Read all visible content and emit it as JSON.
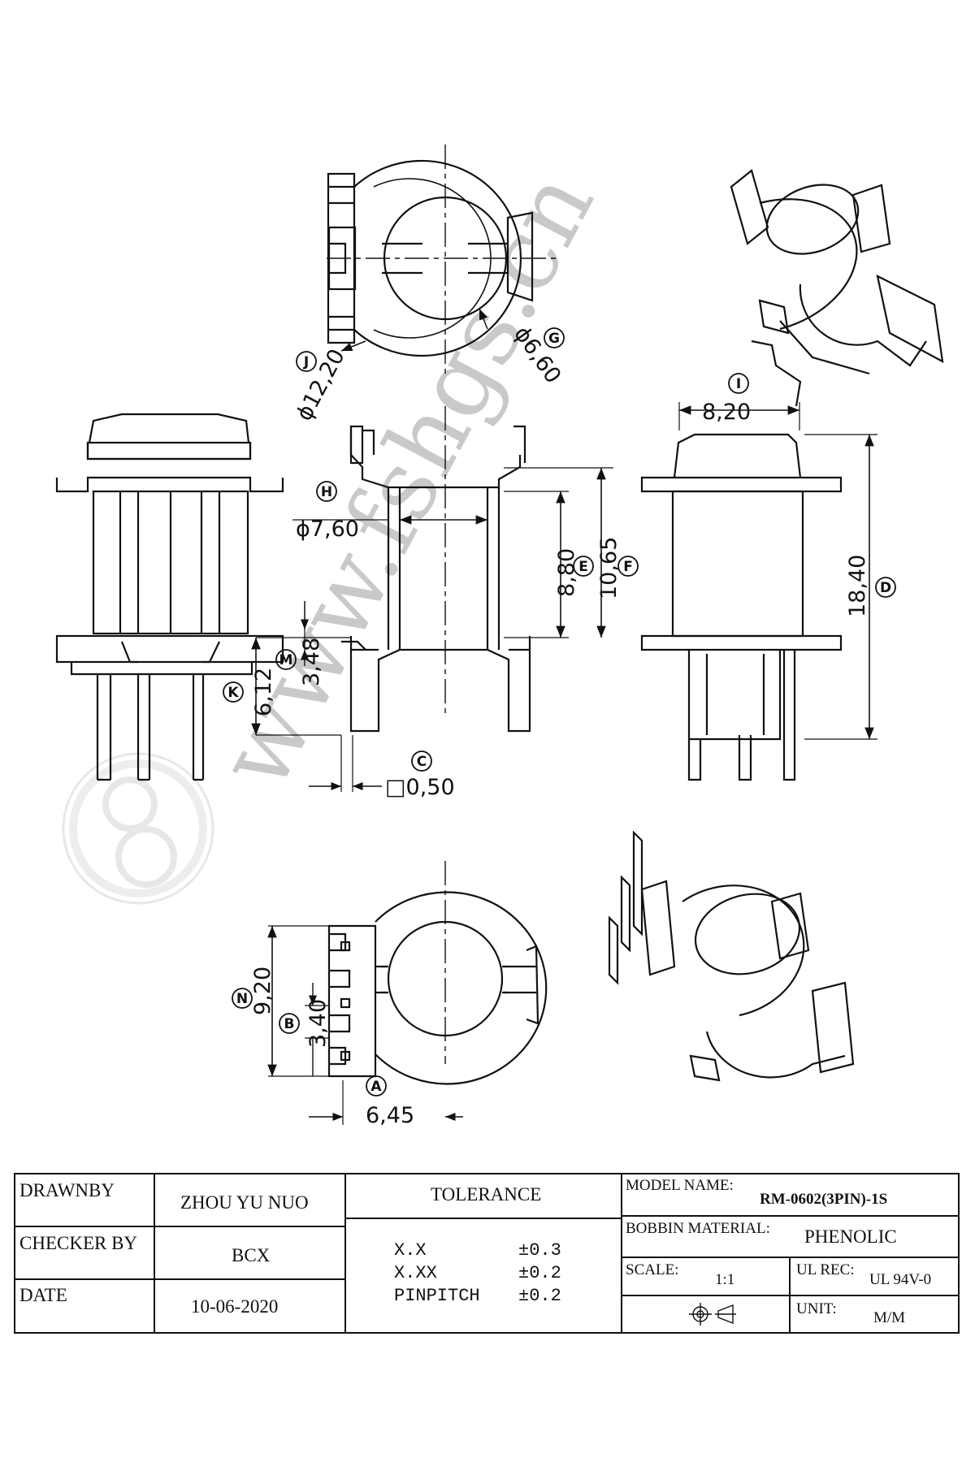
{
  "dimensions": {
    "J": "ϕ12,20",
    "G": "ϕ6,60",
    "I": "8,20",
    "H": "ϕ7,60",
    "E": "8,80",
    "F": "10,65",
    "D": "18,40",
    "M": "3,48",
    "K": "6,12",
    "C": "□0,50",
    "N": "9,20",
    "B": "3,40",
    "A": "6,45"
  },
  "callouts": [
    "A",
    "B",
    "C",
    "D",
    "E",
    "F",
    "G",
    "H",
    "I",
    "J",
    "K",
    "M",
    "N"
  ],
  "watermark": "www.fshgs.cn",
  "title_block": {
    "drawn_by_label": "DRAWNBY",
    "drawn_by_value": "ZHOU YU NUO",
    "checker_label": "CHECKER BY",
    "checker_value": "BCX",
    "date_label": "DATE",
    "date_value": "10-06-2020",
    "tolerance_title": "TOLERANCE",
    "tolerances": [
      {
        "name": "X.X",
        "value": "±0.3"
      },
      {
        "name": "X.XX",
        "value": "±0.2"
      },
      {
        "name": "PINPITCH",
        "value": "±0.2"
      }
    ],
    "model_label": "MODEL NAME:",
    "model_value": "RM-0602(3PIN)-1S",
    "material_label": "BOBBIN MATERIAL:",
    "material_value": "PHENOLIC",
    "scale_label": "SCALE:",
    "scale_value": "1:1",
    "ul_label": "UL REC:",
    "ul_value": "UL 94V-0",
    "unit_label": "UNIT:",
    "unit_value": "M/M"
  }
}
